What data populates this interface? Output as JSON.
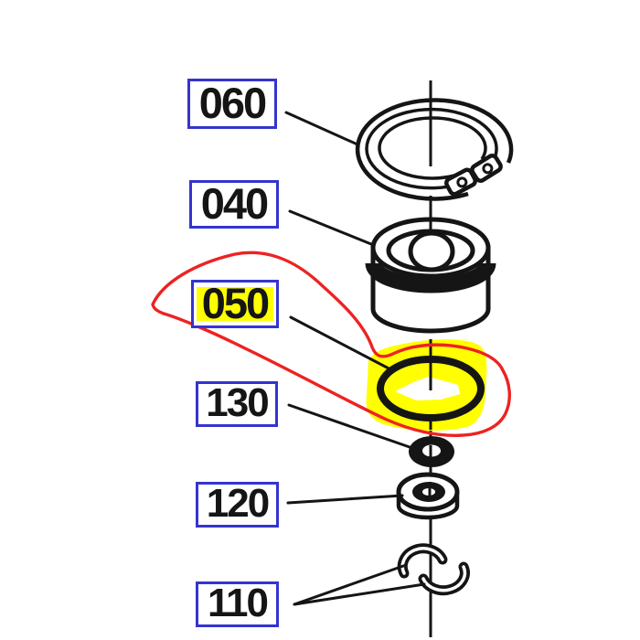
{
  "page": {
    "background": "#ffffff"
  },
  "colors": {
    "label_border": "#3434cf",
    "label_text": "#151515",
    "line": "#151515",
    "highlight": "#ffff00",
    "annotation": "#ee2222"
  },
  "labels": [
    {
      "ref": "060",
      "highlighted": false
    },
    {
      "ref": "040",
      "highlighted": false
    },
    {
      "ref": "050",
      "highlighted": true
    },
    {
      "ref": "130",
      "highlighted": false
    },
    {
      "ref": "120",
      "highlighted": false
    },
    {
      "ref": "110",
      "highlighted": false
    }
  ]
}
